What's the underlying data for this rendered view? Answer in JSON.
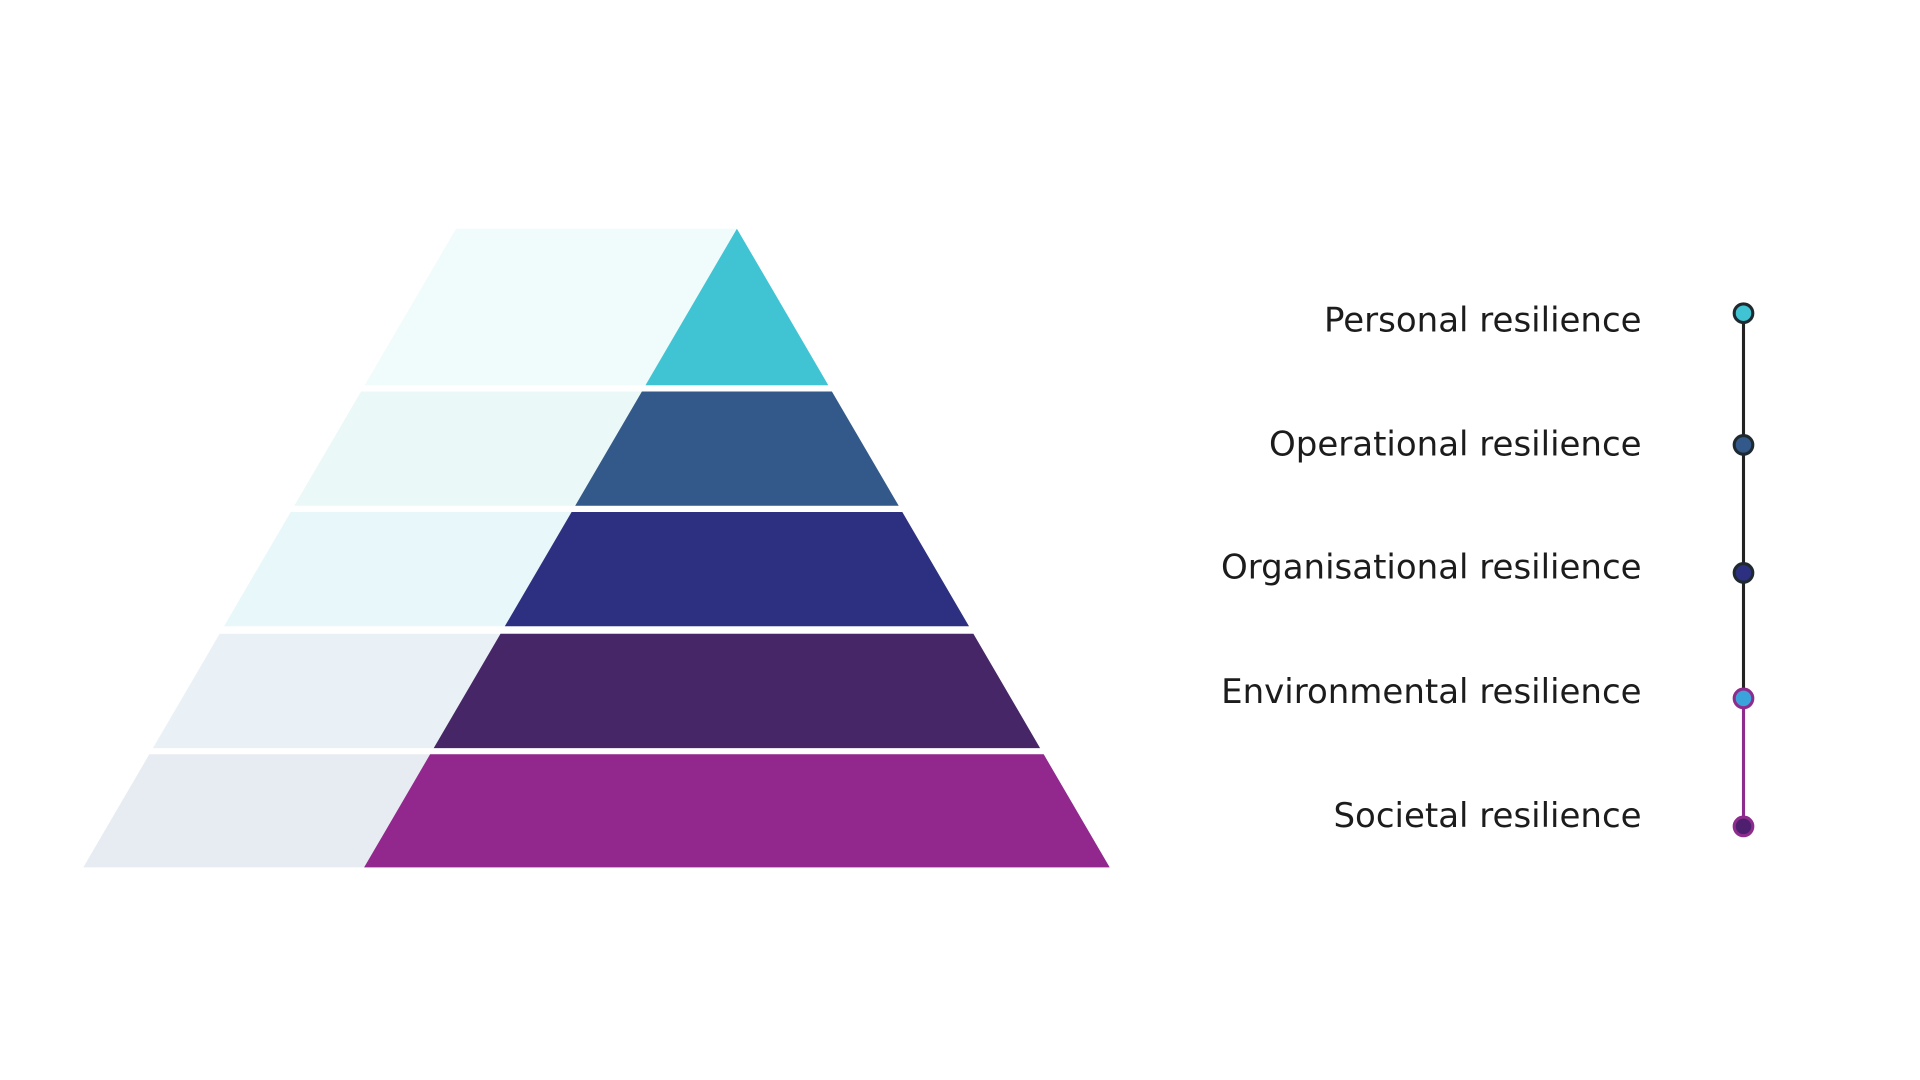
{
  "levels": [
    {
      "label": "Personal resilience",
      "color": "#40c4d4",
      "ghost_color": "#f0fbfb",
      "marker_fill": "#40c4d4",
      "marker_stroke": "#1f2a30"
    },
    {
      "label": "Operational resilience",
      "color": "#33598a",
      "ghost_color": "#eaf8f8",
      "marker_fill": "#33598a",
      "marker_stroke": "#1f2a30"
    },
    {
      "label": "Organisational resilience",
      "color": "#2d3081",
      "ghost_color": "#e8f7f9",
      "marker_fill": "#2d3081",
      "marker_stroke": "#1f2a30"
    },
    {
      "label": "Environmental resilience",
      "color": "#472667",
      "ghost_color": "#e9f1f7",
      "marker_fill": "#3ba3dc",
      "marker_stroke": "#8e2c8e"
    },
    {
      "label": "Societal resilience",
      "color": "#92278d",
      "ghost_color": "#e7ecf2",
      "marker_fill": "#4d1f6e",
      "marker_stroke": "#8e2c8e"
    }
  ],
  "connector_colors": [
    "#222222",
    "#222222",
    "#222222",
    "#8e2c8e"
  ]
}
